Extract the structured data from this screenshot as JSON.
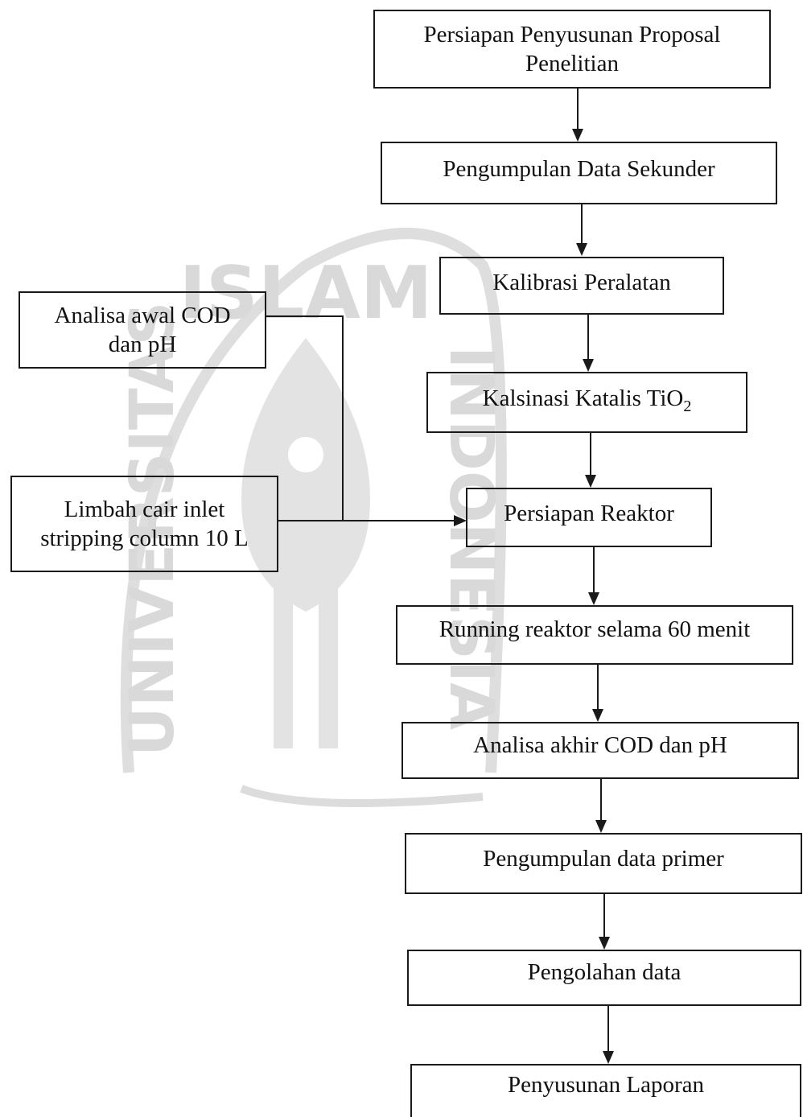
{
  "watermark": {
    "top_word": "ISLAM",
    "left_word": "UNIVERSITAS",
    "right_word": "INDONESIA",
    "color": "#d6d6d6"
  },
  "flow": {
    "s1_line1": "Persiapan Penyusunan Proposal",
    "s1_line2": "Penelitian",
    "s2": "Pengumpulan Data Sekunder",
    "s3": "Kalibrasi Peralatan",
    "s4": "Kalsinasi Katalis TiO",
    "s4_sub": "2",
    "s5": "Persiapan Reaktor",
    "s6": "Running reaktor selama 60 menit",
    "s7": "Analisa akhir COD dan pH",
    "s8": "Pengumpulan data primer",
    "s9": "Pengolahan data",
    "s10": "Penyusunan Laporan"
  },
  "inputs": {
    "a_line1": "Analisa awal COD",
    "a_line2": "dan pH",
    "b_line1": "Limbah cair inlet",
    "b_line2": "stripping column 10 L"
  }
}
